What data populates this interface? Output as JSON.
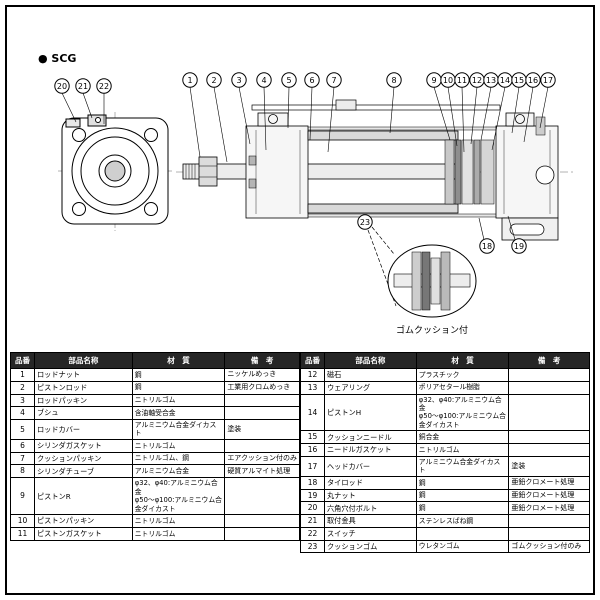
{
  "diagram": {
    "model_label": "● SCG",
    "detail_caption": "ゴムクッション付",
    "callouts": [
      "20",
      "21",
      "22",
      "1",
      "2",
      "3",
      "4",
      "5",
      "6",
      "7",
      "8",
      "9",
      "10",
      "11",
      "12",
      "13",
      "14",
      "15",
      "16",
      "17",
      "18",
      "19",
      "23"
    ]
  },
  "parts_table": {
    "columns": [
      "品番",
      "部品名称",
      "材　質",
      "備　考"
    ],
    "left_rows": [
      [
        "1",
        "ロッドナット",
        "鋼",
        "ニッケルめっき"
      ],
      [
        "2",
        "ピストンロッド",
        "鋼",
        "工業用クロムめっき"
      ],
      [
        "3",
        "ロッドパッキン",
        "ニトリルゴム",
        ""
      ],
      [
        "4",
        "ブシュ",
        "含油軸受合金",
        ""
      ],
      [
        "5",
        "ロッドカバー",
        "アルミニウム合金ダイカスト",
        "塗装"
      ],
      [
        "6",
        "シリンダガスケット",
        "ニトリルゴム",
        ""
      ],
      [
        "7",
        "クッションパッキン",
        "ニトリルゴム、鋼",
        "エアクッション付のみ"
      ],
      [
        "8",
        "シリンダチューブ",
        "アルミニウム合金",
        "硬質アルマイト処理"
      ],
      [
        "9",
        "ピストンR",
        "φ32、φ40:アルミニウム合金\nφ50～φ100:アルミニウム合金ダイカスト",
        ""
      ],
      [
        "10",
        "ピストンパッキン",
        "ニトリルゴム",
        ""
      ],
      [
        "11",
        "ピストンガスケット",
        "ニトリルゴム",
        ""
      ]
    ],
    "right_rows": [
      [
        "12",
        "磁石",
        "プラスチック",
        ""
      ],
      [
        "13",
        "ウェアリング",
        "ポリアセタール樹脂",
        ""
      ],
      [
        "14",
        "ピストンH",
        "φ32、φ40:アルミニウム合金\nφ50～φ100:アルミニウム合金ダイカスト",
        ""
      ],
      [
        "15",
        "クッションニードル",
        "銅合金",
        ""
      ],
      [
        "16",
        "ニードルガスケット",
        "ニトリルゴム",
        ""
      ],
      [
        "17",
        "ヘッドカバー",
        "アルミニウム合金ダイカスト",
        "塗装"
      ],
      [
        "18",
        "タイロッド",
        "鋼",
        "亜鉛クロメート処理"
      ],
      [
        "19",
        "丸ナット",
        "鋼",
        "亜鉛クロメート処理"
      ],
      [
        "20",
        "六角穴付ボルト",
        "鋼",
        "亜鉛クロメート処理"
      ],
      [
        "21",
        "取付金具",
        "ステンレスばね鋼",
        ""
      ],
      [
        "22",
        "スイッチ",
        "",
        ""
      ],
      [
        "23",
        "クッションゴム",
        "ウレタンゴム",
        "ゴムクッション付のみ"
      ]
    ]
  }
}
